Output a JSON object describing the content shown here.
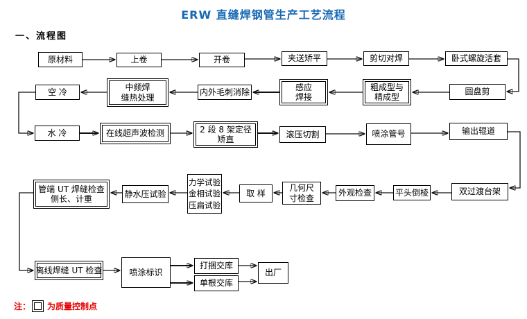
{
  "title": "ERW 直缝焊钢管生产工艺流程",
  "section_label": "一、流程图",
  "colors": {
    "title_blue": "#1668b4",
    "note_red": "#e60000",
    "box_border": "#000000",
    "background": "#ffffff"
  },
  "note": {
    "prefix": "注：",
    "symbol": "quality-control-point-square",
    "text": "为质量控制点"
  },
  "nodes": {
    "raw": {
      "label": "原材料"
    },
    "coilup": {
      "label": "上卷"
    },
    "uncoil": {
      "label": "开卷"
    },
    "pinch": {
      "label": "夹送矫平"
    },
    "shearweld": {
      "label": "剪切对焊"
    },
    "looper": {
      "label": "卧式螺旋活套"
    },
    "disc": {
      "label": "圆盘剪"
    },
    "forming": {
      "line1": "粗成型与",
      "line2": "精成型"
    },
    "induction": {
      "line1": "感应",
      "line2": "焊接"
    },
    "deburr": {
      "label": "内外毛刺消除"
    },
    "mfht": {
      "line1": "中频焊",
      "line2": "缝热处理"
    },
    "aircool": {
      "label": "空 冷"
    },
    "watercool": {
      "label": "水 冷"
    },
    "onlineut": {
      "label": "在线超声波检测"
    },
    "sizing": {
      "line1": "2 段 8 架定径",
      "line2": "矫直"
    },
    "rollcut": {
      "label": "滚压切割"
    },
    "sprayno": {
      "label": "喷涂管号"
    },
    "outroller": {
      "label": "输出辊道"
    },
    "transfer": {
      "label": "双过渡台架"
    },
    "facing": {
      "label": "平头倒棱"
    },
    "visual": {
      "label": "外观检查"
    },
    "dim": {
      "line1": "几何尺",
      "line2": "寸检查"
    },
    "sample": {
      "label": "取 样"
    },
    "tests": {
      "line1": "力学试验",
      "line2": "金相试验",
      "line3": "压扁试验"
    },
    "hydro": {
      "label": "静水压试验"
    },
    "endut": {
      "line1": "管端 UT 焊缝检查",
      "line2": "侧长、计重"
    },
    "offlineut": {
      "label": "离线焊缝 UT 检查"
    },
    "marking": {
      "label": "喷涂标识"
    },
    "bundle": {
      "label": "打捆交库"
    },
    "single": {
      "label": "单根交库"
    },
    "delivery": {
      "label": "出厂"
    }
  }
}
